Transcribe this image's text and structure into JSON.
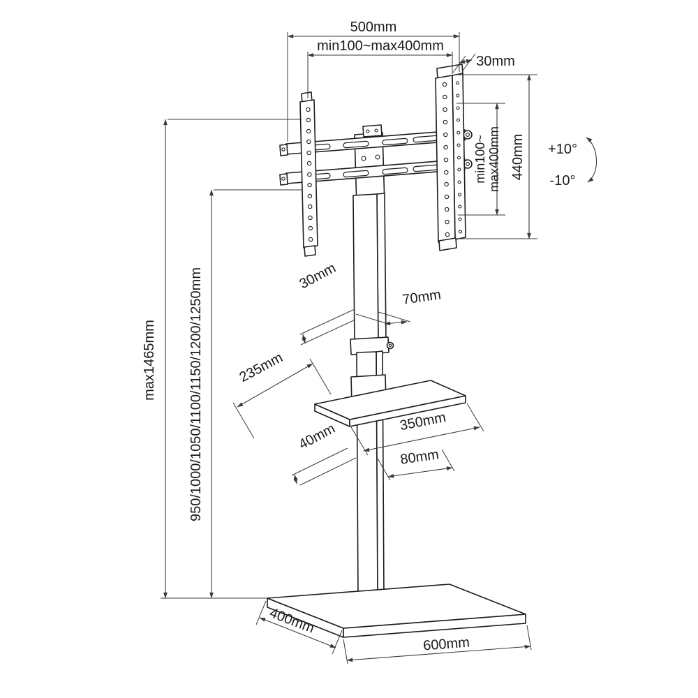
{
  "page": {
    "background": "#ffffff",
    "line_color": "#1c1c1c",
    "dim_color": "#3a3a3a",
    "text_color": "#1a1a1a"
  },
  "diagram": {
    "type": "technical-dimension-drawing",
    "subject": "TV floor stand with tilting VESA bracket, media shelf and base",
    "dimensions": {
      "bracket_width": "500mm",
      "vesa_horizontal_range": "min100~max400mm",
      "rail_depth_top": "30mm",
      "vesa_vertical_line1": "min100~",
      "vesa_vertical_line2": "max400mm",
      "rail_height": "440mm",
      "tilt_up": "+10°",
      "tilt_down": "-10°",
      "max_height": "max1465mm",
      "height_positions": "950/1000/1050/1100/1150/1200/1250mm",
      "column_depth": "30mm",
      "column_width": "70mm",
      "shelf_depth": "235mm",
      "shelf_width": "350mm",
      "shelf_gap": "40mm",
      "shelf_front_offset": "80mm",
      "base_depth": "400mm",
      "base_width": "600mm"
    }
  }
}
